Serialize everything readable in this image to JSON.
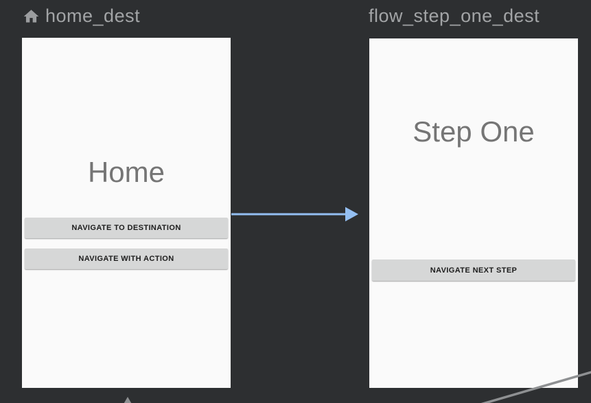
{
  "colors": {
    "background": "#2d2f31",
    "card": "#fafafa",
    "header_text": "#a2a4a6",
    "header_icon": "#9b9d9f",
    "screen_title_text": "#757575",
    "button_bg": "#d6d7d7",
    "button_text": "#1c1c1c",
    "edge_selected": "#94bff2",
    "edge_gray": "#8e9092"
  },
  "destinations": [
    {
      "label": "home_dest",
      "icon": "home-icon",
      "screen": {
        "title": "Home",
        "buttons": [
          "NAVIGATE TO DESTINATION",
          "NAVIGATE WITH ACTION"
        ]
      }
    },
    {
      "label": "flow_step_one_dest",
      "screen": {
        "title": "Step One",
        "buttons": [
          "NAVIGATE NEXT STEP"
        ]
      }
    }
  ]
}
